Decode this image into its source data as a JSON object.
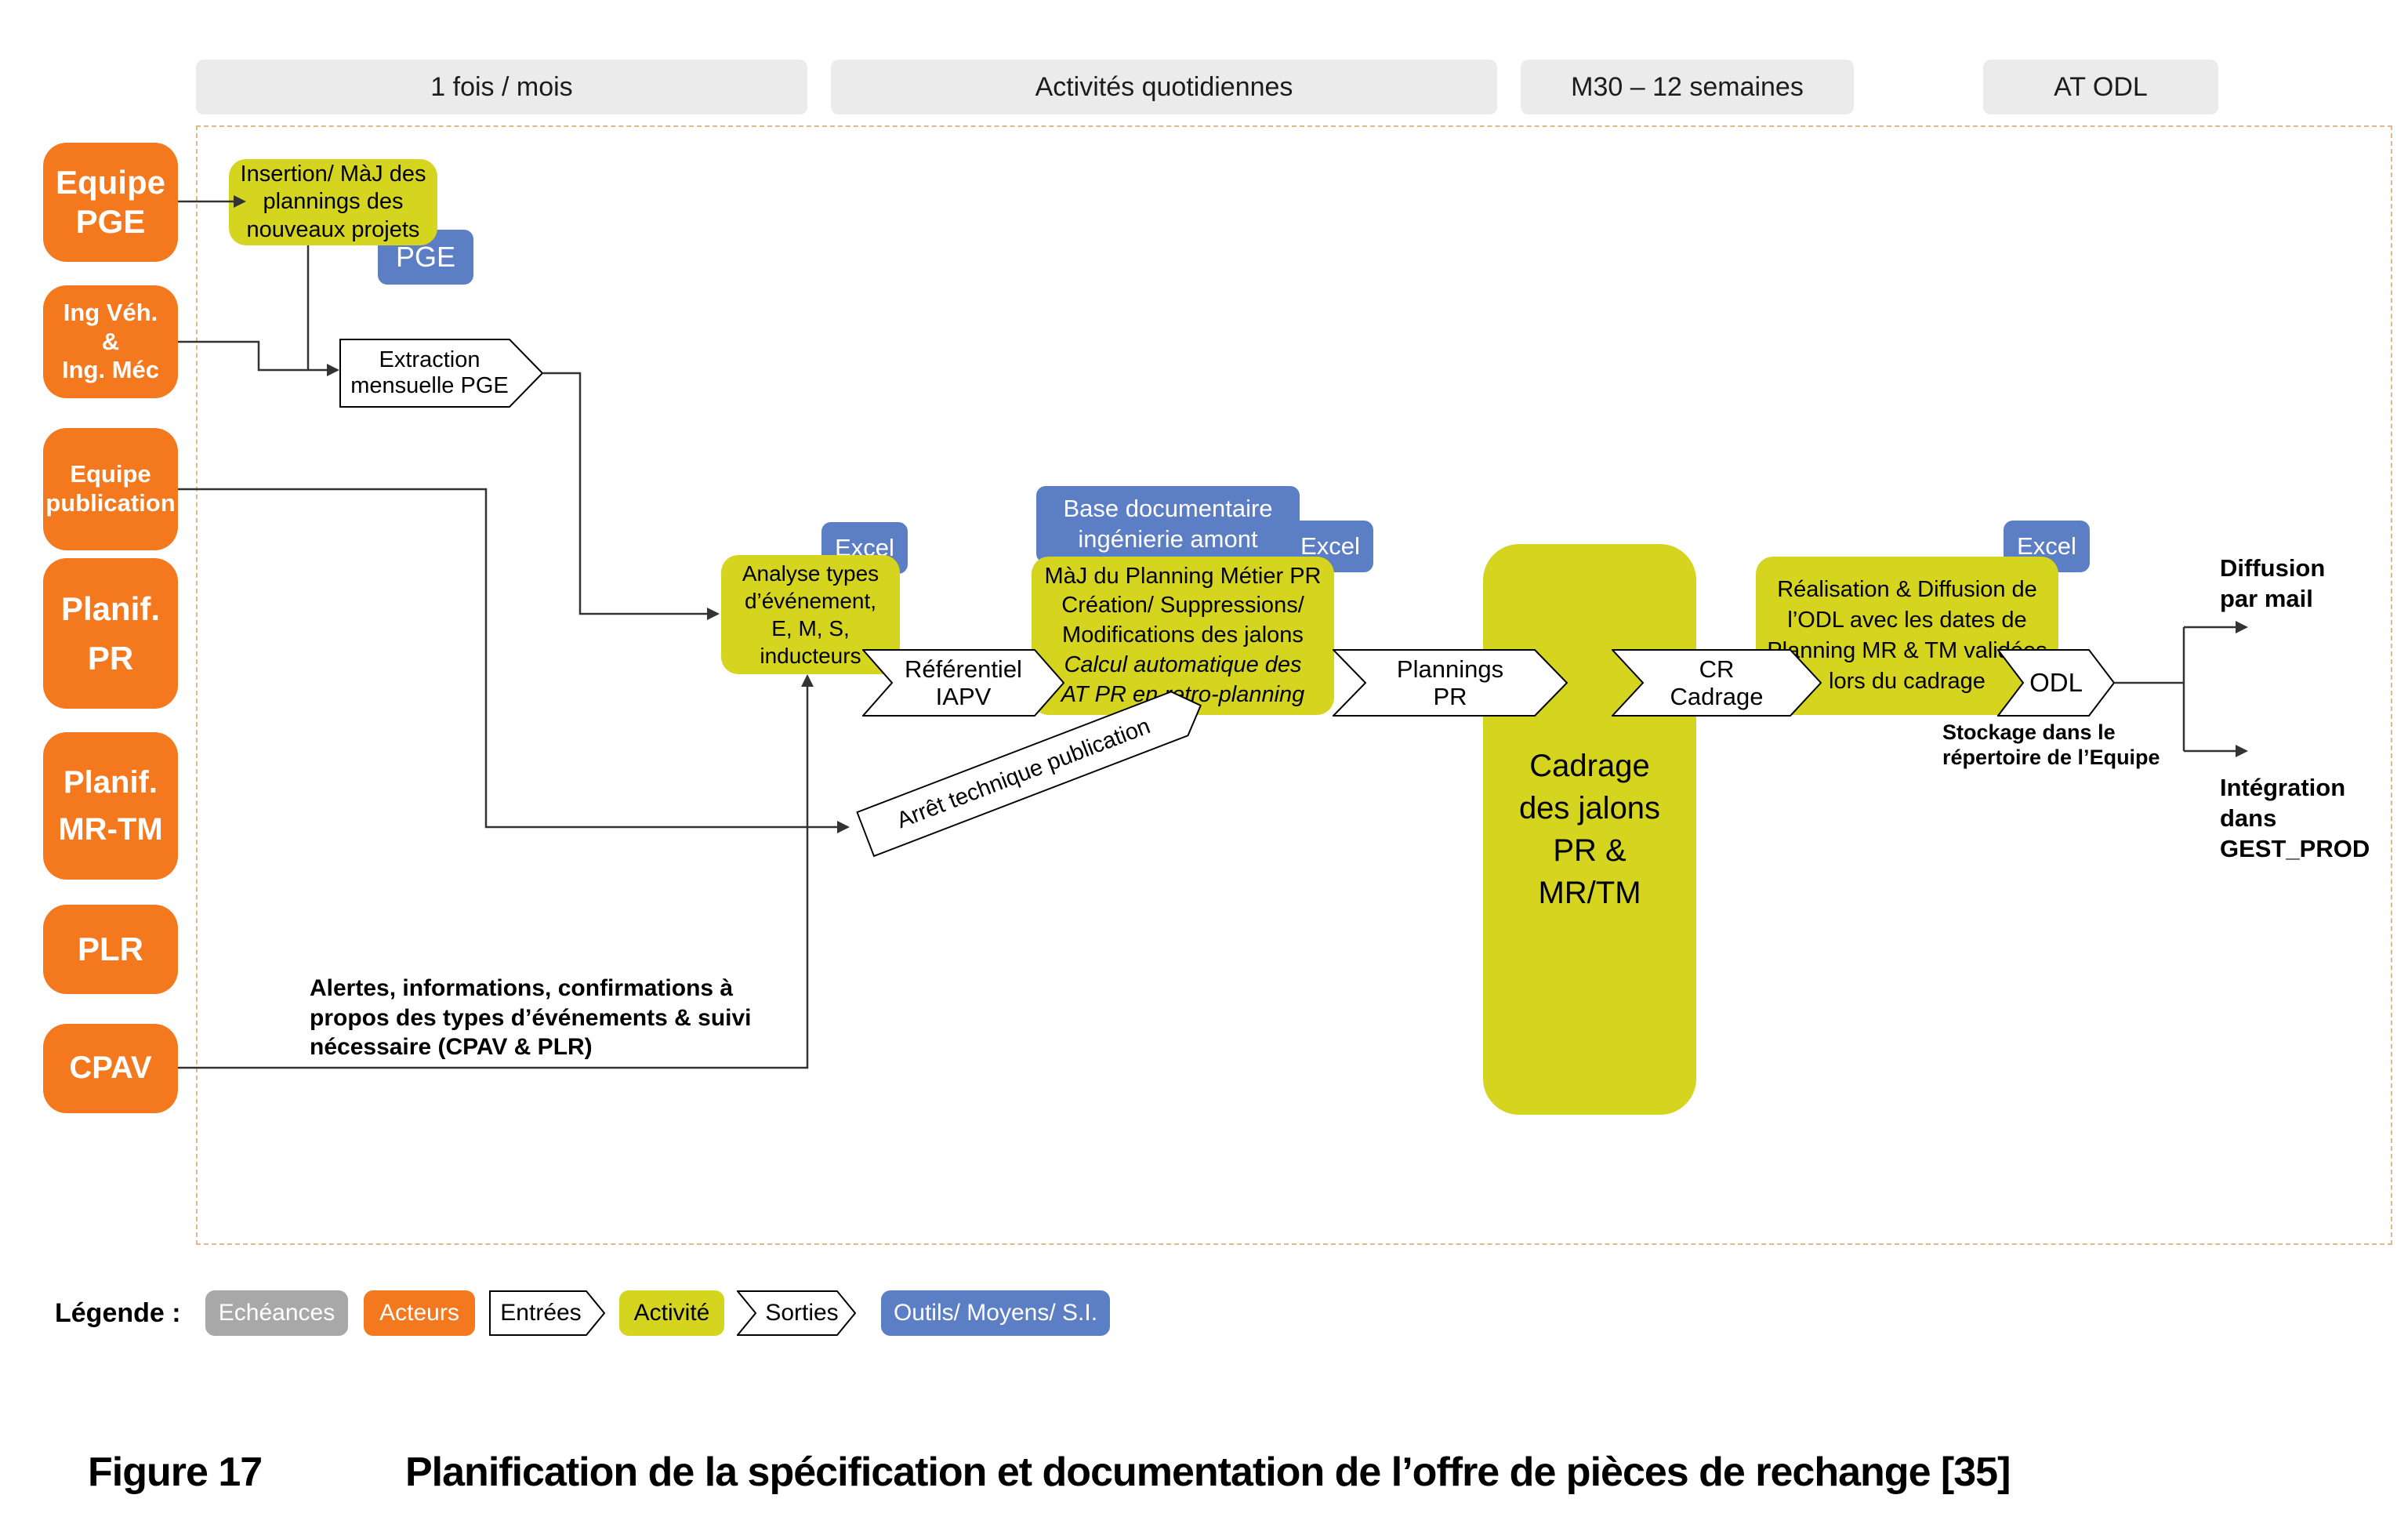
{
  "timeline_headers": [
    {
      "label": "1 fois / mois"
    },
    {
      "label": "Activités quotidiennes"
    },
    {
      "label": "M30 – 12 semaines"
    },
    {
      "label": "AT ODL"
    }
  ],
  "actors": [
    {
      "id": "equipe-pge",
      "lines": [
        "Equipe",
        "PGE"
      ]
    },
    {
      "id": "ing-veh-ing-mec",
      "lines": [
        "Ing Véh.",
        "&",
        "Ing. Méc"
      ]
    },
    {
      "id": "equipe-publication",
      "lines": [
        "Equipe",
        "publication"
      ]
    },
    {
      "id": "planif-pr",
      "lines": [
        "Planif.",
        "PR"
      ]
    },
    {
      "id": "planif-mr-tm",
      "lines": [
        "Planif.",
        "MR-TM"
      ]
    },
    {
      "id": "plr",
      "lines": [
        "PLR"
      ]
    },
    {
      "id": "cpav",
      "lines": [
        "CPAV"
      ]
    }
  ],
  "activities": {
    "insertion": {
      "lines": [
        "Insertion/ MàJ des",
        "plannings des",
        "nouveaux projets"
      ]
    },
    "analyse": {
      "lines": [
        "Analyse types",
        "d’événement,",
        "E, M, S,",
        "inducteurs"
      ]
    },
    "maj_planning": {
      "lines": [
        "MàJ du Planning Métier PR",
        "Création/ Suppressions/",
        "Modifications des jalons"
      ],
      "lines_italic": [
        "Calcul automatique des",
        "AT PR en retro-planning"
      ]
    },
    "cadrage": {
      "lines": [
        "Cadrage",
        "des jalons",
        "PR &",
        "MR/TM"
      ]
    },
    "realisation": {
      "lines": [
        "Réalisation & Diffusion de",
        "l’ODL avec les dates de",
        "Planning MR & TM validées",
        "lors du cadrage"
      ]
    }
  },
  "tools": {
    "pge": "PGE",
    "excel_1": "Excel",
    "excel_2": "Excel",
    "excel_3": "Excel",
    "base_documentaire": {
      "lines": [
        "Base documentaire",
        "ingénierie amont"
      ]
    }
  },
  "flows": {
    "extraction": {
      "lines": [
        "Extraction",
        "mensuelle PGE"
      ]
    },
    "referentiel_iapv": {
      "lines": [
        "Référentiel",
        "IAPV"
      ]
    },
    "plannings_pr": {
      "lines": [
        "Plannings",
        "PR"
      ]
    },
    "cr_cadrage": {
      "lines": [
        "CR",
        "Cadrage"
      ]
    },
    "odl": {
      "label": "ODL"
    },
    "arret_technique": {
      "label": "Arrêt technique publication"
    }
  },
  "annotations": {
    "alertes": {
      "lines": [
        "Alertes, informations, confirmations à",
        "propos des types d’événements & suivi",
        "nécessaire (CPAV & PLR)"
      ]
    },
    "stockage": {
      "lines": [
        "Stockage dans le",
        "répertoire de l’Equipe"
      ]
    },
    "diffusion": {
      "lines": [
        "Diffusion",
        "par mail"
      ]
    },
    "integration": {
      "lines": [
        "Intégration",
        "dans",
        "GEST_PROD"
      ]
    }
  },
  "legend": {
    "title": "Légende :",
    "items": [
      {
        "label": "Echéances",
        "type": "echeance"
      },
      {
        "label": "Acteurs",
        "type": "acteur"
      },
      {
        "label": "Entrées",
        "type": "entree"
      },
      {
        "label": "Activité",
        "type": "activite"
      },
      {
        "label": "Sorties",
        "type": "sortie"
      },
      {
        "label": "Outils/ Moyens/ S.I.",
        "type": "outil"
      }
    ]
  },
  "caption": {
    "figure": "Figure 17",
    "text": "Planification de la spécification et documentation de l’offre de pièces de rechange [35]"
  },
  "colors": {
    "actor_orange": "#f4781e",
    "activity_yellow": "#d5d41e",
    "tool_blue": "#5b7ec5",
    "echeance_gray": "#a8a8a8",
    "header_gray": "#ebebeb",
    "dashed_border": "#ddba8c",
    "connector": "#333333"
  }
}
